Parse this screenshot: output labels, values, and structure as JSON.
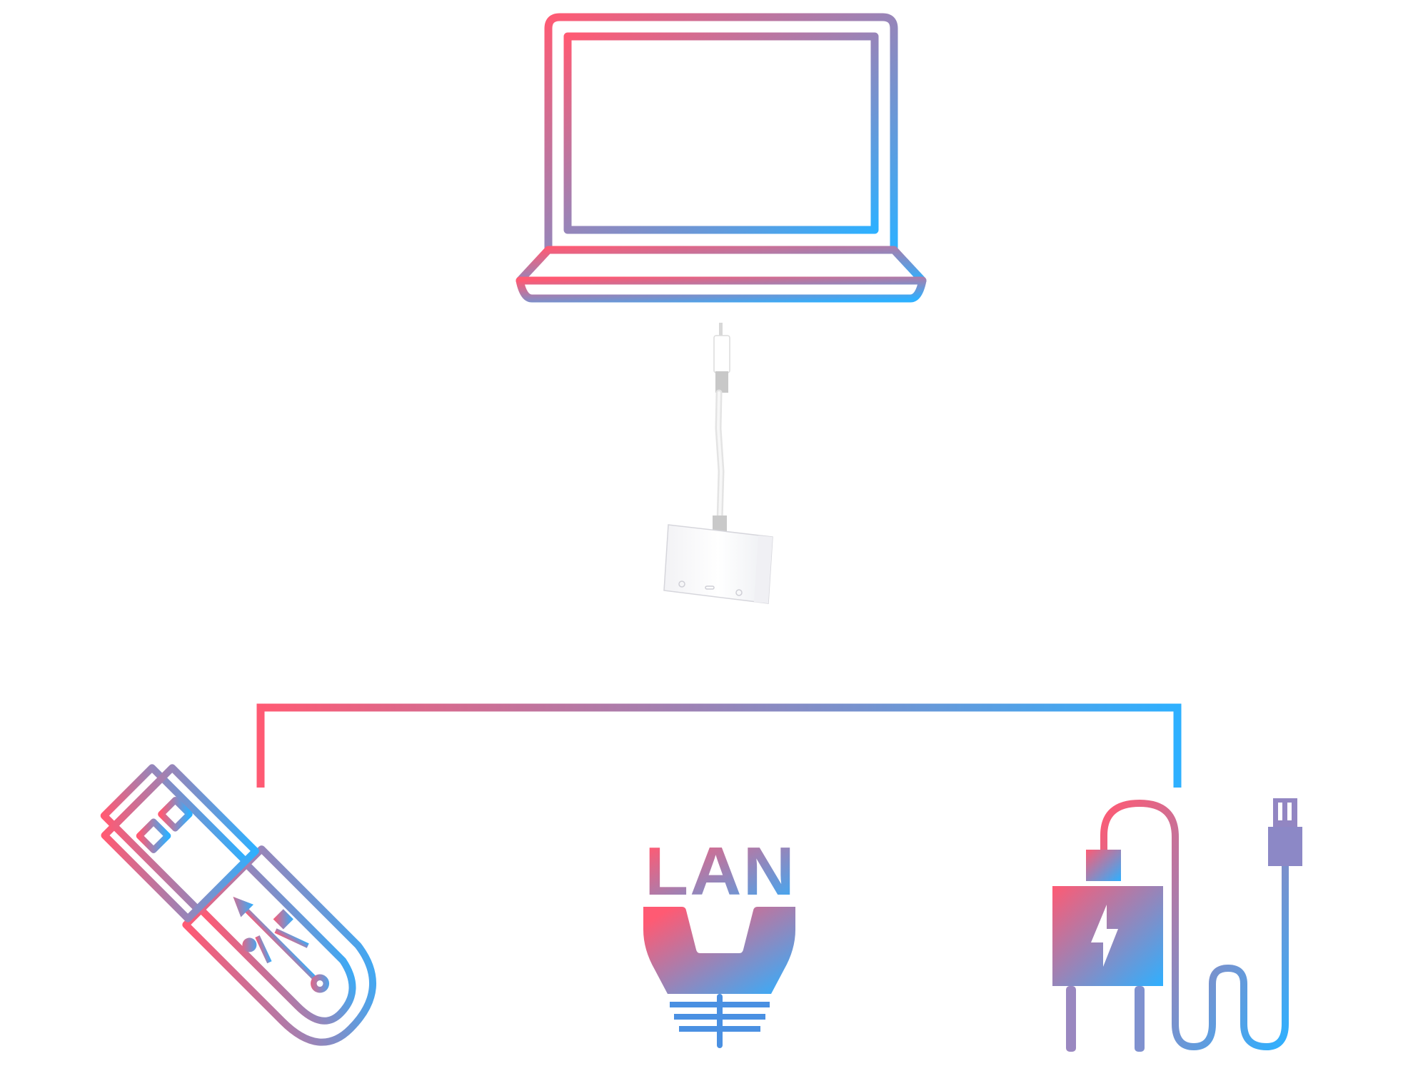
{
  "diagram": {
    "nodes": {
      "laptop": {
        "icon": "laptop-icon"
      },
      "adapter": {
        "icon": "usb-c-multiport-adapter-icon"
      },
      "usb_drive": {
        "icon": "usb-flash-drive-icon"
      },
      "lan": {
        "icon": "ethernet-lan-plug-icon",
        "label": "LAN"
      },
      "charger": {
        "icon": "power-charger-icon"
      }
    },
    "edges": [
      {
        "from": "laptop",
        "to": "adapter"
      },
      {
        "from": "adapter",
        "to": "usb_drive"
      },
      {
        "from": "adapter",
        "to": "lan"
      },
      {
        "from": "adapter",
        "to": "charger"
      }
    ],
    "colors": {
      "gradient_start": "#ff5a73",
      "gradient_end": "#2eb0ff"
    }
  }
}
